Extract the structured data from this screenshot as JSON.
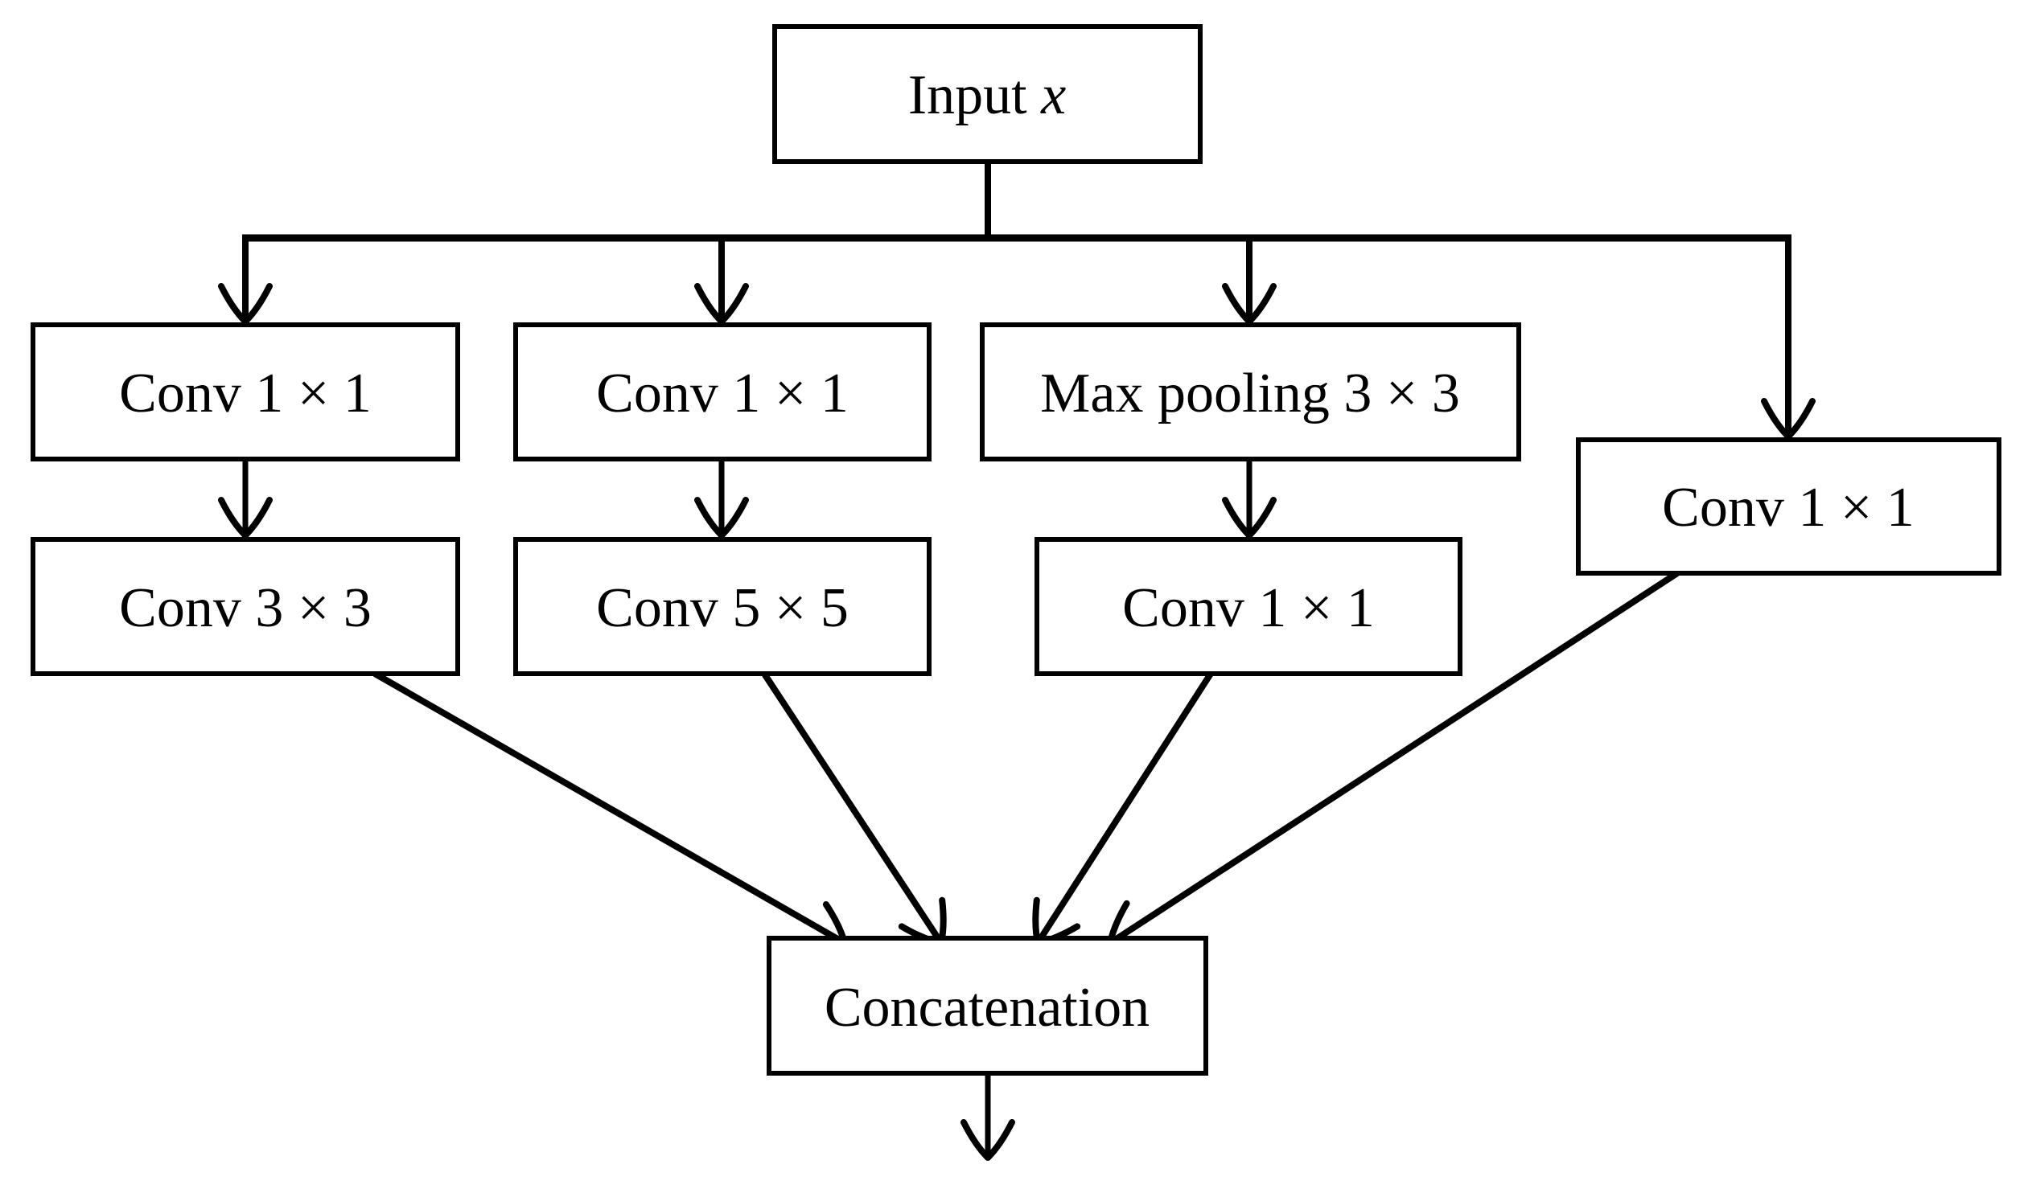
{
  "figure": {
    "type": "flow-diagram",
    "description": "Inception-style convolution module with four parallel branches merging into a concatenation node",
    "colors": {
      "ink": "#000000",
      "paper": "#ffffff",
      "box_fill": "#ffffff"
    },
    "nodes": {
      "input": {
        "prefix": "Input ",
        "variable": "x"
      },
      "b1_conv1x1": {
        "label": "Conv 1 × 1"
      },
      "b2_conv1x1": {
        "label": "Conv 1 × 1"
      },
      "b3_maxpool": {
        "label": "Max pooling 3 × 3"
      },
      "b4_conv1x1": {
        "label": "Conv 1 × 1"
      },
      "b1_conv3x3": {
        "label": "Conv 3 × 3"
      },
      "b2_conv5x5": {
        "label": "Conv 5 × 5"
      },
      "b3_conv1x1": {
        "label": "Conv 1 × 1"
      },
      "concat": {
        "label": "Concatenation"
      }
    }
  }
}
